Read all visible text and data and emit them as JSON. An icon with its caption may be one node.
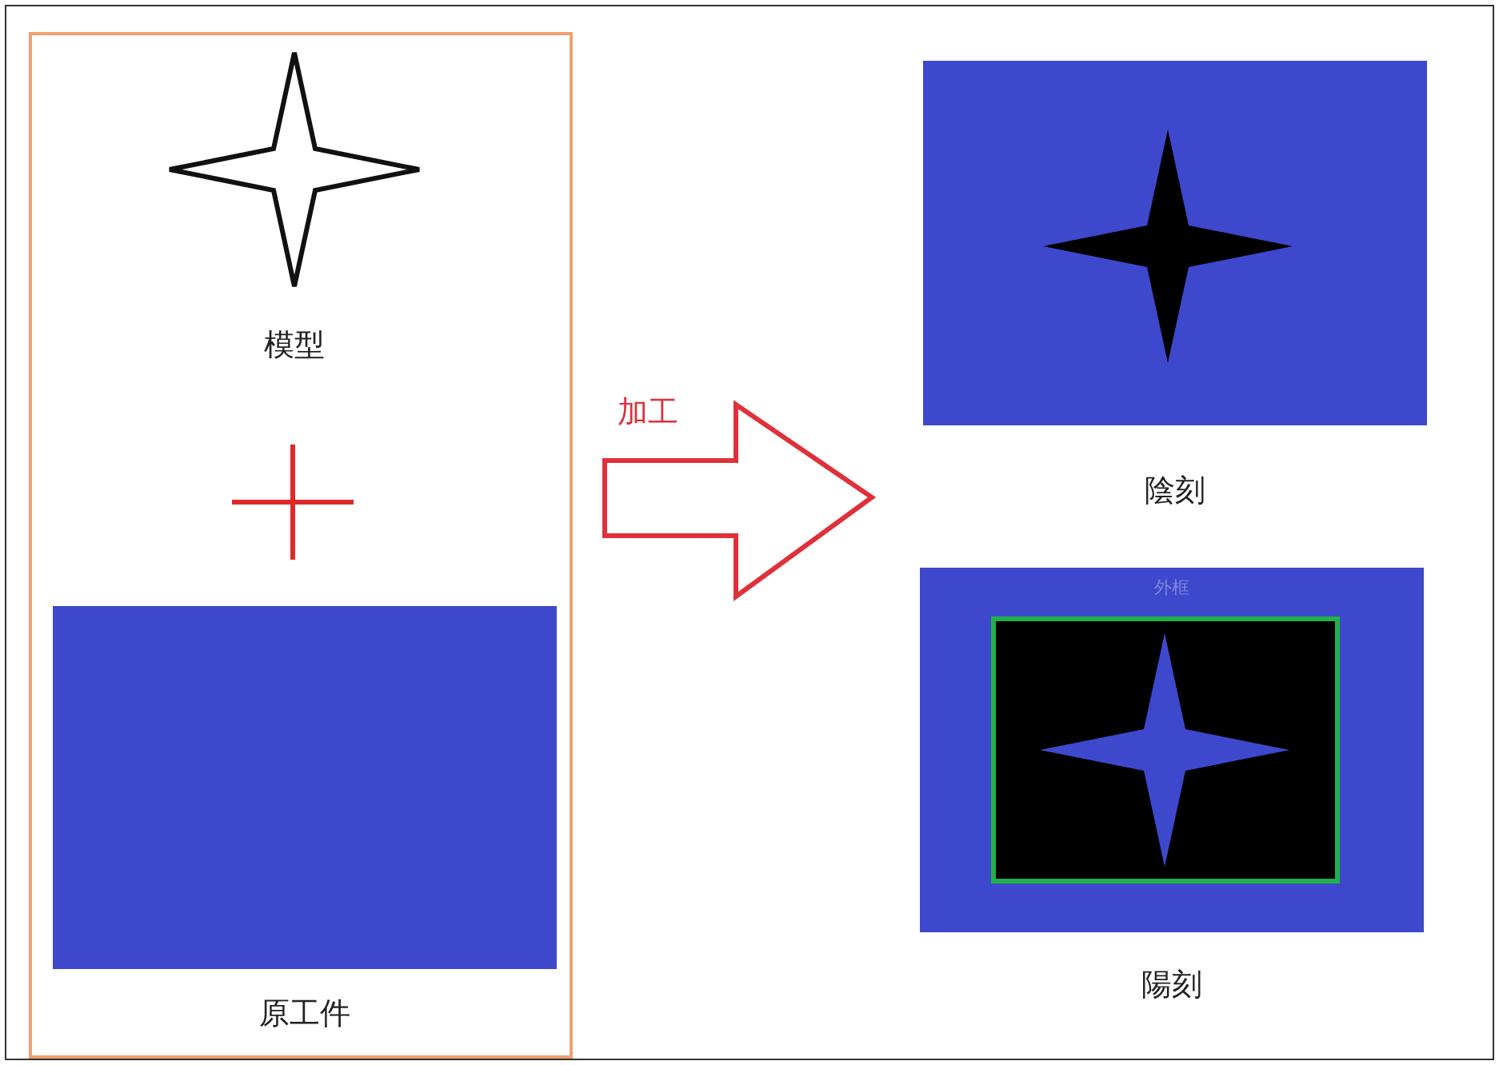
{
  "diagram": {
    "nodes": [
      {
        "text": [],
        "shape": "box"
      },
      {
        "text": [
          "模型"
        ],
        "in": 0
      },
      {
        "text": [
          "原工件"
        ],
        "in": 0
      },
      {
        "text": [
          "陰刻"
        ]
      },
      {
        "text": [
          "陽刻"
        ]
      }
    ],
    "edges": [
      {
        "from": 0,
        "to": 3,
        "arrow": "to",
        "label": "加工",
        "color": "#e0303a"
      },
      {
        "from": 0,
        "to": 4,
        "arrow": "to",
        "color": "#e0303a"
      }
    ],
    "labels": [
      "外框"
    ]
  }
}
